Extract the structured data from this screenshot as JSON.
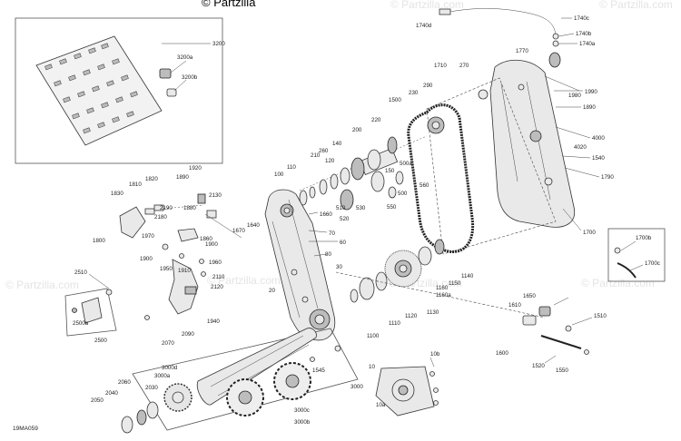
{
  "watermarks": [
    "© Partzilla",
    "© Partzilla.com",
    "© Partzilla.com",
    "© Partzilla.com",
    "© Partzilla.com",
    "© Partzilla.com",
    "© Partzilla.com"
  ],
  "diagram_code": "19MA059",
  "callouts": {
    "c3200": "3200",
    "c3200a": "3200a",
    "c3200b": "3200b",
    "c1740c": "1740c",
    "c1740b": "1740b",
    "c1740a": "1740a",
    "c1740d": "1740d",
    "c1770": "1770",
    "c1710": "1710",
    "c270": "270",
    "c290": "290",
    "c230": "230",
    "c1500": "1500",
    "c220": "220",
    "c1980": "1980",
    "c1990": "1990",
    "c1890top": "1890",
    "c200": "200",
    "c140": "140",
    "c260": "260",
    "c120": "120",
    "c210": "210",
    "c110": "110",
    "c100": "100",
    "c500a": "500a",
    "c150": "150",
    "c560": "560",
    "c500": "500",
    "c4000": "4000",
    "c4020": "4020",
    "c1540": "1540",
    "c1790": "1790",
    "c1920": "1920",
    "c1890": "1890",
    "c1820": "1820",
    "c1810": "1810",
    "c1830": "1830",
    "c2130": "2130",
    "c2190": "2190",
    "c1880": "1880",
    "c2180": "2180",
    "c1860": "1860",
    "c1970": "1970",
    "c1800": "1800",
    "c1640": "1640",
    "c1670": "1670",
    "c1660": "1660",
    "c510": "510",
    "c520": "520",
    "c530": "530",
    "c550": "550",
    "c70": "70",
    "c60": "60",
    "c80": "80",
    "c1900": "1900",
    "c1910": "1910",
    "c1960": "1960",
    "c1950": "1950",
    "c2110": "2110",
    "c2120": "2120",
    "c2510": "2510",
    "c30": "30",
    "c1700": "1700",
    "c1700b": "1700b",
    "c1700c": "1700c",
    "c1140": "1140",
    "c1150": "1150",
    "c1160": "1160",
    "c1160a": "1160a",
    "c1130": "1130",
    "c1120": "1120",
    "c1110": "1110",
    "c1100": "1100",
    "c20": "20",
    "c1650": "1650",
    "c1610": "1610",
    "c1510": "1510",
    "c1600": "1600",
    "c1520": "1520",
    "c1550": "1550",
    "c1940": "1940",
    "c2090": "2090",
    "c2500a": "2500a",
    "c2500": "2500",
    "c2070": "2070",
    "c1545": "1545",
    "c10": "10",
    "c10b": "10b",
    "c10a": "10a",
    "c3000d": "3000d",
    "c3000a": "3000a",
    "c3000": "3000",
    "c3000c": "3000c",
    "c3000b": "3000b",
    "c2030": "2030",
    "c2040": "2040",
    "c2050": "2050",
    "c2060": "2060"
  }
}
